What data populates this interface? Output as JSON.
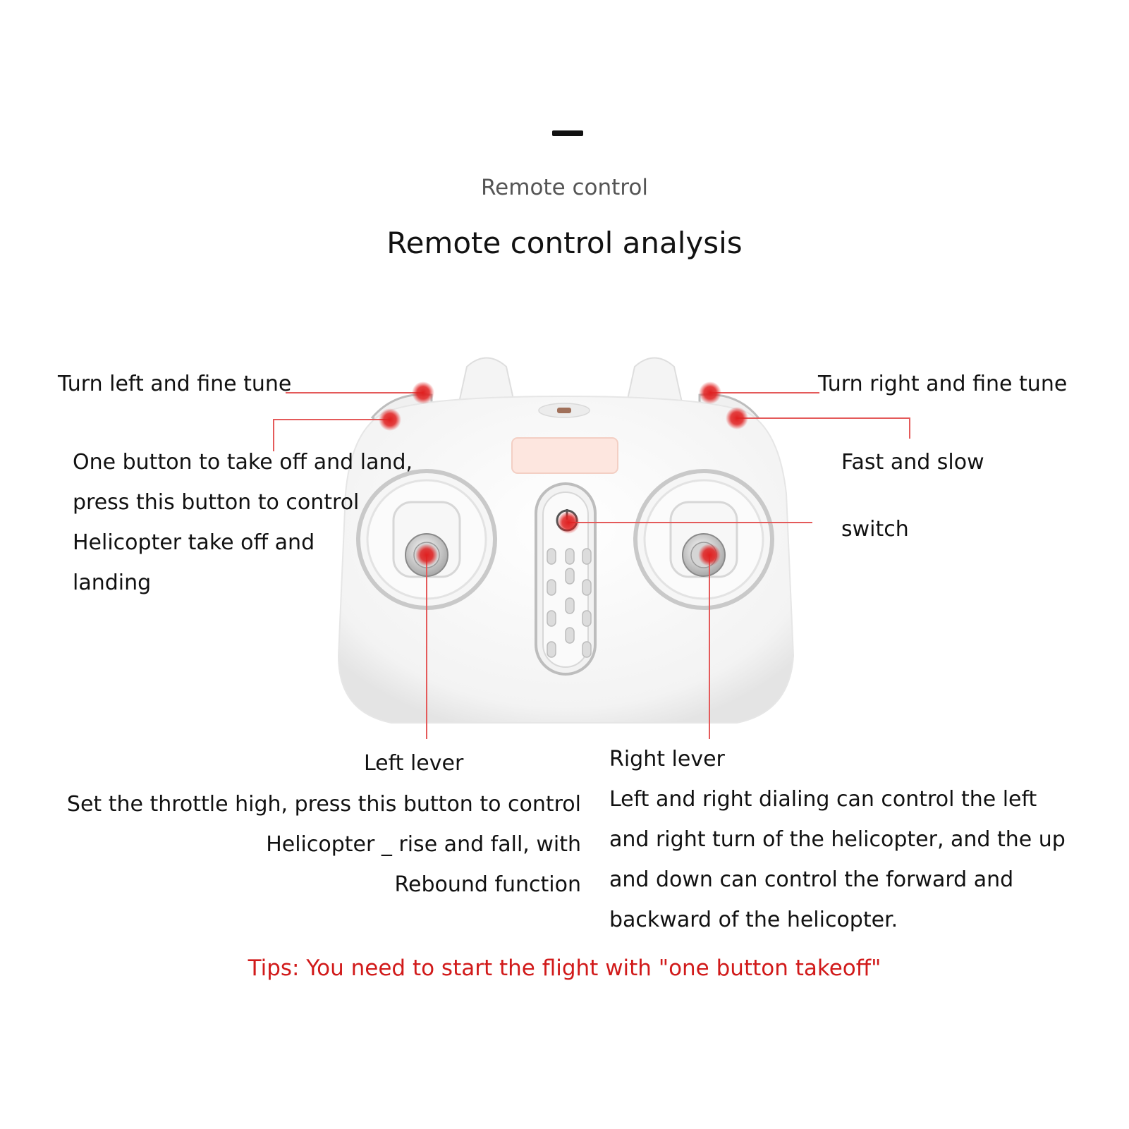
{
  "header": {
    "subtitle": "Remote control",
    "title": "Remote control analysis"
  },
  "callouts": {
    "turn_left": "Turn left and fine tune",
    "takeoff": "One button to take off and land,\npress this button to control\nHelicopter take off and\nlanding",
    "turn_right": "Turn right and fine tune",
    "fast_slow": "Fast and slow",
    "switch": "switch",
    "left_lever_title": "Left lever",
    "left_lever_desc": "Set the throttle high, press this button to control\nHelicopter _ rise and fall, with\nRebound function",
    "right_lever_title": "Right lever",
    "right_lever_desc": "Left and right dialing can control the left\nand right turn of the helicopter, and the up\nand down can control the forward and\nbackward of the helicopter."
  },
  "tips": "Tips: You need to start the flight with \"one button takeoff\"",
  "colors": {
    "accent": "#e02020",
    "tips": "#d11a1a",
    "leader_line": "#e45a5a"
  },
  "icons": {
    "power": "power-icon"
  }
}
